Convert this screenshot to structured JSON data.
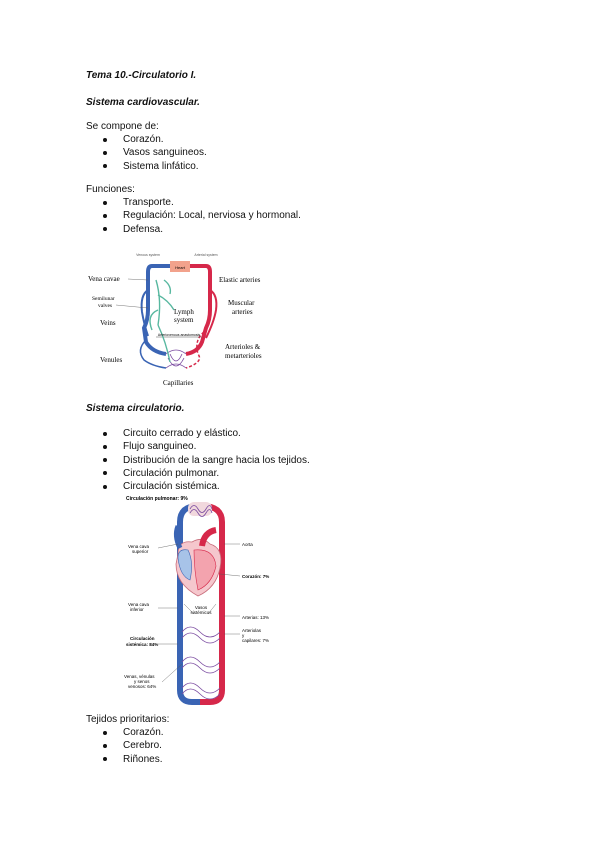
{
  "doc": {
    "title": "Tema 10.-Circulatorio I.",
    "section1": {
      "heading": "Sistema cardiovascular.",
      "intro": "Se compone de:",
      "items": [
        "Corazón.",
        "Vasos sanguineos.",
        "Sistema linfático."
      ]
    },
    "funciones": {
      "label": "Funciones:",
      "items": [
        "Transporte.",
        "Regulación: Local, nerviosa y hormonal.",
        "Defensa."
      ]
    },
    "figure1": {
      "labels": {
        "venous_system": "Venous system",
        "heart": "Heart",
        "arterial_system": "Arterial system",
        "vena_cavae": "Vena cavae",
        "elastic_arteries": "Elastic arteries",
        "semilunar_valves_1": "Semilunar",
        "semilunar_valves_2": "valves",
        "muscular_arteries_1": "Muscular",
        "muscular_arteries_2": "arteries",
        "veins": "Veins",
        "lymph_1": "Lymph",
        "lymph_2": "system",
        "anastomosis": "Arteriovenous anastomosis",
        "arterioles_1": "Arterioles &",
        "arterioles_2": "metarterioles",
        "venules": "Venules",
        "capillaries": "Capillaries"
      }
    },
    "section2": {
      "heading": "Sistema circulatorio.",
      "items": [
        "Circuito cerrado y elástico.",
        "Flujo sanguineo.",
        "Distribución de la sangre hacia los tejidos.",
        "Circulación pulmonar.",
        "Circulación sistémica."
      ]
    },
    "figure2": {
      "labels": {
        "pulmonar": "Circulación pulmonar: 9%",
        "vcs_1": "Vena cava",
        "vcs_2": "superior",
        "aorta": "Aorta",
        "corazon": "Corazón: 7%",
        "vci_1": "Vena cava",
        "vci_2": "inferior",
        "vasos_1": "Vasos",
        "vasos_2": "sistémicos",
        "arterias": "Arterias: 13%",
        "sistemica_1": "Circulación",
        "sistemica_2": "sistémica: 84%",
        "arteriolas_1": "Arteriolas",
        "arteriolas_2": "y",
        "arteriolas_3": "capilares: 7%",
        "venas_1": "Venas, vénulas",
        "venas_2": "y senos",
        "venas_3": "venosos: 64%"
      }
    },
    "tejidos": {
      "label": "Tejidos prioritarios:",
      "items": [
        "Corazón.",
        "Cerebro.",
        "Riñones."
      ]
    }
  }
}
